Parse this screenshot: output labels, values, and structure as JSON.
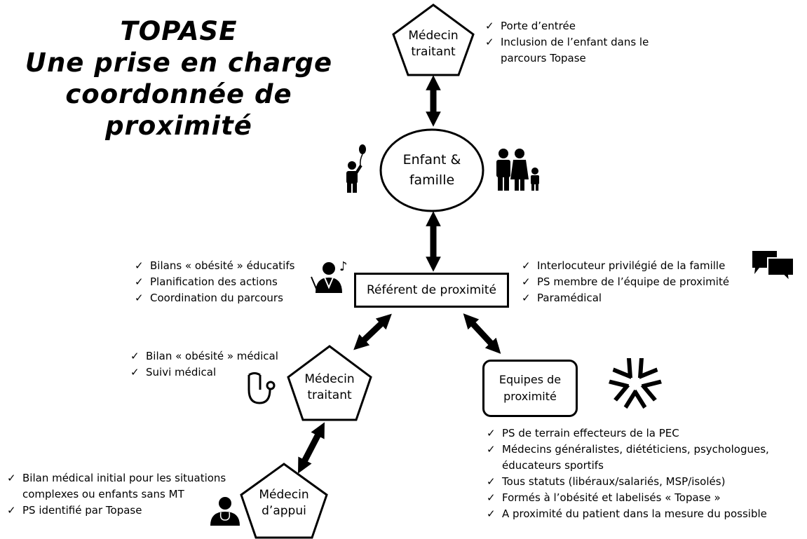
{
  "title": {
    "lines": [
      "TOPASE",
      "Une prise en charge",
      "coordonnée de",
      "proximité"
    ]
  },
  "check_mark": "✓",
  "nodes": {
    "medecin_traitant_top": [
      "Médecin",
      "traitant"
    ],
    "enfant_famille": [
      "Enfant &",
      "famille"
    ],
    "referent": "Référent de proximité",
    "medecin_traitant_mid": [
      "Médecin",
      "traitant"
    ],
    "equipes": [
      "Equipes de",
      "proximité"
    ],
    "medecin_appui": [
      "Médecin",
      "d’appui"
    ]
  },
  "lists": {
    "medecin_traitant_top": [
      "Porte d’entrée",
      "Inclusion de l’enfant dans le",
      "parcours Topase"
    ],
    "referent_left": [
      "Bilans « obésité » éducatifs",
      "Planification des actions",
      "Coordination du parcours"
    ],
    "referent_right": [
      "Interlocuteur privilégié de la famille",
      "PS membre de l’équipe de proximité",
      "Paramédical"
    ],
    "medecin_traitant_mid": [
      "Bilan « obésité » médical",
      "Suivi médical"
    ],
    "equipes": [
      "PS de terrain effecteurs de la PEC",
      "Médecins généralistes, diététiciens, psychologues,",
      "éducateurs sportifs",
      "Tous statuts (libéraux/salariés, MSP/isolés)",
      "Formés à l’obésité et labelisés « Topase »",
      "A proximité du patient dans la mesure du possible"
    ],
    "medecin_appui": [
      "Bilan médical initial pour les situations",
      "complexes ou enfants sans MT",
      "PS identifié par Topase"
    ]
  },
  "icons": {
    "child_balloon": "child-with-balloon-icon",
    "family": "family-icon",
    "educator": "educator-icon",
    "chat": "chat-bubbles-icon",
    "stethoscope": "stethoscope-icon",
    "hands": "joined-hands-icon",
    "doctor": "doctor-icon"
  }
}
